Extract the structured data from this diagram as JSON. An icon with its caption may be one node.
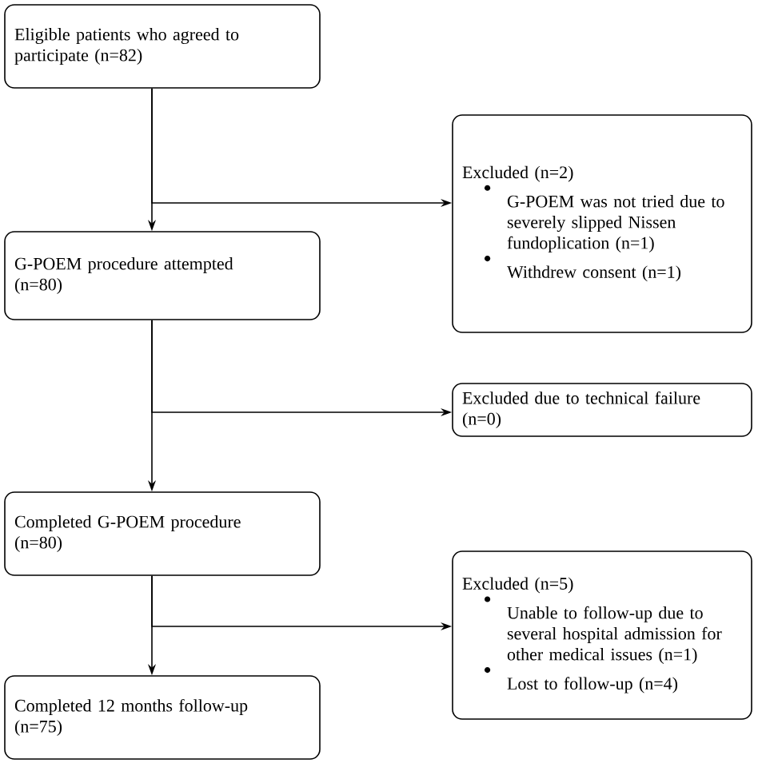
{
  "diagram": {
    "nodes": [
      {
        "text": [
          "Eligible patients who agreed to participate (n=82)"
        ]
      },
      {
        "text": [
          "Excluded (n=2)",
          "G-POEM was not tried due to severely slipped Nissen fundoplication (n=1)",
          "Withdrew consent (n=1)"
        ]
      },
      {
        "text": [
          "G-POEM procedure attempted (n=80)"
        ]
      },
      {
        "text": [
          "Excluded due to technical failure (n=0)"
        ]
      },
      {
        "text": [
          "Completed G-POEM procedure (n=80)"
        ]
      },
      {
        "text": [
          "Excluded (n=5)",
          "Unable to follow-up due to several hospital admission for other medical issues (n=1)",
          "Lost to follow-up (n=4)"
        ]
      },
      {
        "text": [
          "Completed 12 months follow-up (n=75)"
        ]
      }
    ],
    "edges": [
      {
        "from": 0,
        "to": 2,
        "arrow": "to"
      },
      {
        "from": 0,
        "to": 1,
        "arrow": "to"
      },
      {
        "from": 2,
        "to": 4,
        "arrow": "to"
      },
      {
        "from": 2,
        "to": 3,
        "arrow": "to"
      },
      {
        "from": 4,
        "to": 6,
        "arrow": "to"
      },
      {
        "from": 4,
        "to": 5,
        "arrow": "to"
      }
    ]
  }
}
